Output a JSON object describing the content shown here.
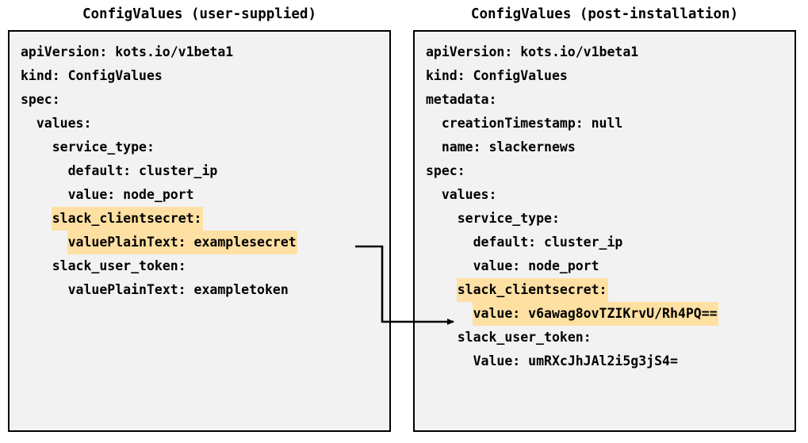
{
  "panels": {
    "left": {
      "title": "ConfigValues (user-supplied)",
      "lines": [
        {
          "indent": 0,
          "segments": [
            {
              "text": "apiVersion: kots.io/v1beta1",
              "highlight": false
            }
          ]
        },
        {
          "indent": 0,
          "segments": [
            {
              "text": "kind: ConfigValues",
              "highlight": false
            }
          ]
        },
        {
          "indent": 0,
          "segments": [
            {
              "text": "spec:",
              "highlight": false
            }
          ]
        },
        {
          "indent": 1,
          "segments": [
            {
              "text": "values:",
              "highlight": false
            }
          ]
        },
        {
          "indent": 2,
          "segments": [
            {
              "text": "service_type:",
              "highlight": false
            }
          ]
        },
        {
          "indent": 3,
          "segments": [
            {
              "text": "default: cluster_ip",
              "highlight": false
            }
          ]
        },
        {
          "indent": 3,
          "segments": [
            {
              "text": "value: node_port",
              "highlight": false
            }
          ]
        },
        {
          "indent": 2,
          "segments": [
            {
              "text": "slack_clientsecret:",
              "highlight": true
            }
          ]
        },
        {
          "indent": 3,
          "segments": [
            {
              "text": "valuePlainText: examplesecret",
              "highlight": true
            }
          ]
        },
        {
          "indent": 2,
          "segments": [
            {
              "text": "slack_user_token:",
              "highlight": false
            }
          ]
        },
        {
          "indent": 3,
          "segments": [
            {
              "text": "valuePlainText: exampletoken",
              "highlight": false
            }
          ]
        }
      ]
    },
    "right": {
      "title": "ConfigValues (post-installation)",
      "lines": [
        {
          "indent": 0,
          "segments": [
            {
              "text": "apiVersion: kots.io/v1beta1",
              "highlight": false
            }
          ]
        },
        {
          "indent": 0,
          "segments": [
            {
              "text": "kind: ConfigValues",
              "highlight": false
            }
          ]
        },
        {
          "indent": 0,
          "segments": [
            {
              "text": "metadata:",
              "highlight": false
            }
          ]
        },
        {
          "indent": 1,
          "segments": [
            {
              "text": "creationTimestamp: null",
              "highlight": false
            }
          ]
        },
        {
          "indent": 1,
          "segments": [
            {
              "text": "name: slackernews",
              "highlight": false
            }
          ]
        },
        {
          "indent": 0,
          "segments": [
            {
              "text": "spec:",
              "highlight": false
            }
          ]
        },
        {
          "indent": 1,
          "segments": [
            {
              "text": "values:",
              "highlight": false
            }
          ]
        },
        {
          "indent": 2,
          "segments": [
            {
              "text": "service_type:",
              "highlight": false
            }
          ]
        },
        {
          "indent": 3,
          "segments": [
            {
              "text": "default: cluster_ip",
              "highlight": false
            }
          ]
        },
        {
          "indent": 3,
          "segments": [
            {
              "text": "value: node_port",
              "highlight": false
            }
          ]
        },
        {
          "indent": 2,
          "segments": [
            {
              "text": "slack_clientsecret:",
              "highlight": true
            }
          ]
        },
        {
          "indent": 3,
          "segments": [
            {
              "text": "value: v6awag8ovTZIKrvU/Rh4PQ==",
              "highlight": true
            }
          ]
        },
        {
          "indent": 2,
          "segments": [
            {
              "text": "slack_user_token:",
              "highlight": false
            }
          ]
        },
        {
          "indent": 3,
          "segments": [
            {
              "text": "Value: umRXcJhJAl2i5g3jS4=",
              "highlight": false
            }
          ]
        }
      ]
    }
  },
  "connector": {
    "description": "arrow from user-supplied plaintext secret to encrypted post-installation value"
  },
  "colors": {
    "highlight": "#ffe0a3",
    "panel_background": "#f2f2f2",
    "border": "#000000",
    "text": "#000000"
  }
}
